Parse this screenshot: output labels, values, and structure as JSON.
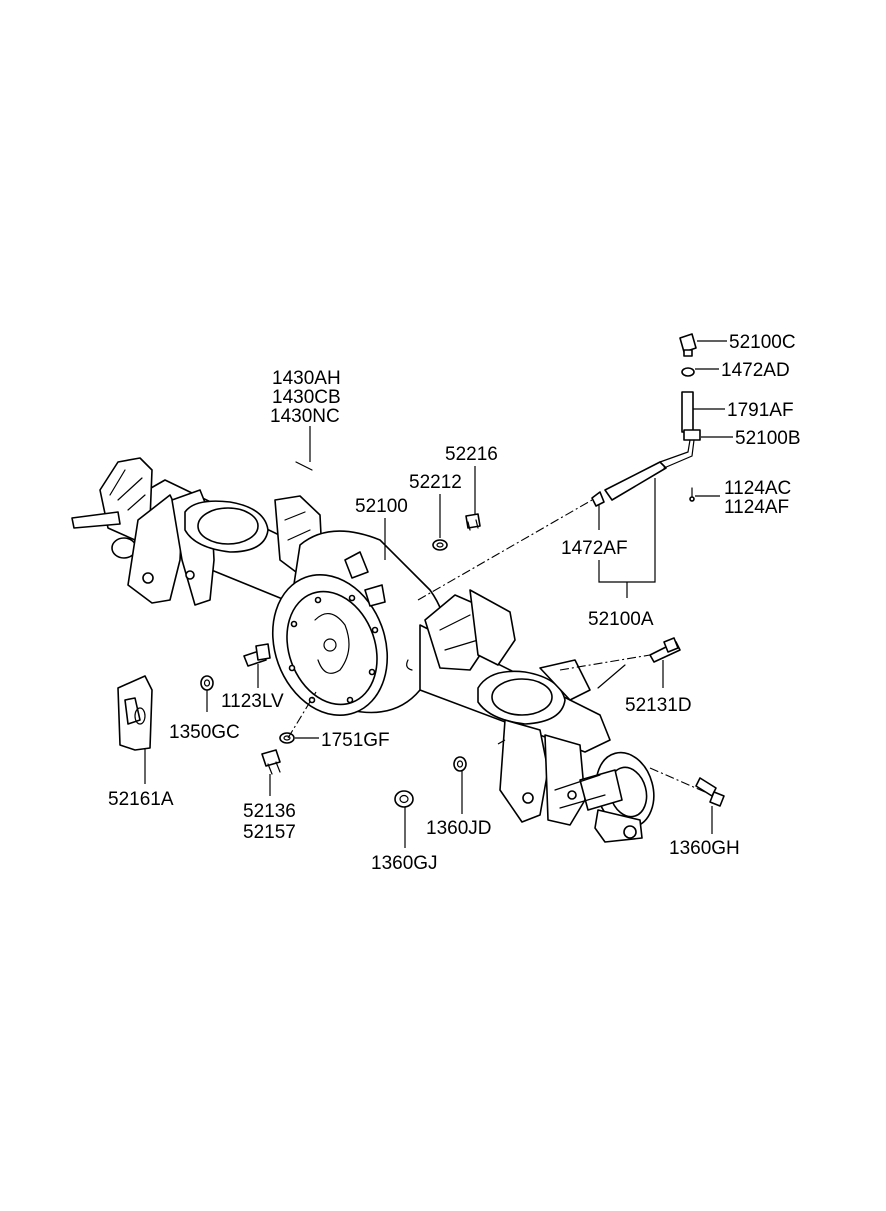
{
  "labels": {
    "p52100C": "52100C",
    "p1472AD": "1472AD",
    "p1791AF": "1791AF",
    "p52100B": "52100B",
    "p1124AC": "1124AC",
    "p1124AF": "1124AF",
    "p1430AH": "1430AH",
    "p1430CB": "1430CB",
    "p1430NC": "1430NC",
    "p52216": "52216",
    "p52212": "52212",
    "p52100": "52100",
    "p1472AF": "1472AF",
    "p52100A": "52100A",
    "p52131D": "52131D",
    "p1123LV": "1123LV",
    "p1350GC": "1350GC",
    "p1751GF": "1751GF",
    "p52161A": "52161A",
    "p52136": "52136",
    "p52157": "52157",
    "p1360JD": "1360JD",
    "p1360GJ": "1360GJ",
    "p1360GH": "1360GH"
  }
}
